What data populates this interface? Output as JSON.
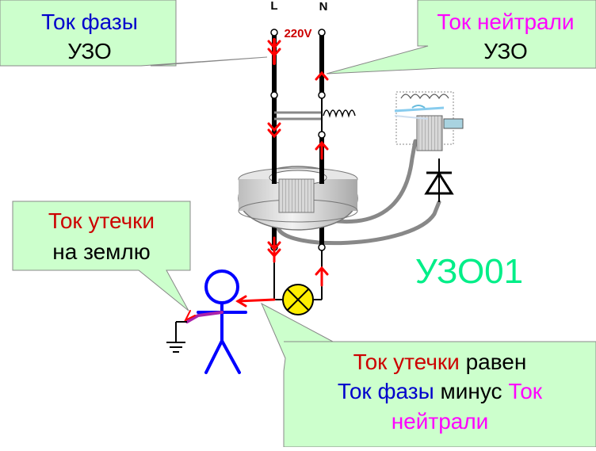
{
  "callouts": {
    "phase": {
      "line1": "Ток фазы",
      "line2": "УЗО"
    },
    "neutral": {
      "line1": "Ток нейтрали",
      "line2": "УЗО"
    },
    "leak": {
      "line1": "Ток утечки",
      "line2": "на землю"
    },
    "summary": {
      "part1": "Ток утечки",
      "part2": " равен",
      "part3": "Ток фазы",
      "part4": " минус ",
      "part5": "Ток",
      "part6": "нейтрали"
    }
  },
  "terminals": {
    "line": "L",
    "neutral": "N",
    "voltage": "220V"
  },
  "brand": "УЗО01",
  "colors": {
    "callout_fill": "#ccffcc",
    "phase_text": "#0000cc",
    "neutral_text": "#ff00ff",
    "leak_text": "#cc0000",
    "current_arrow": "#ff0000",
    "person": "#0000ff",
    "brand": "#00ee88",
    "lamp": "#ffee00"
  },
  "icons": {
    "ground": "ground-icon",
    "lamp": "lamp-icon",
    "diode": "diode-icon",
    "relay": "relay-coil-icon",
    "toroid": "toroid-transformer-icon",
    "person": "person-icon"
  }
}
